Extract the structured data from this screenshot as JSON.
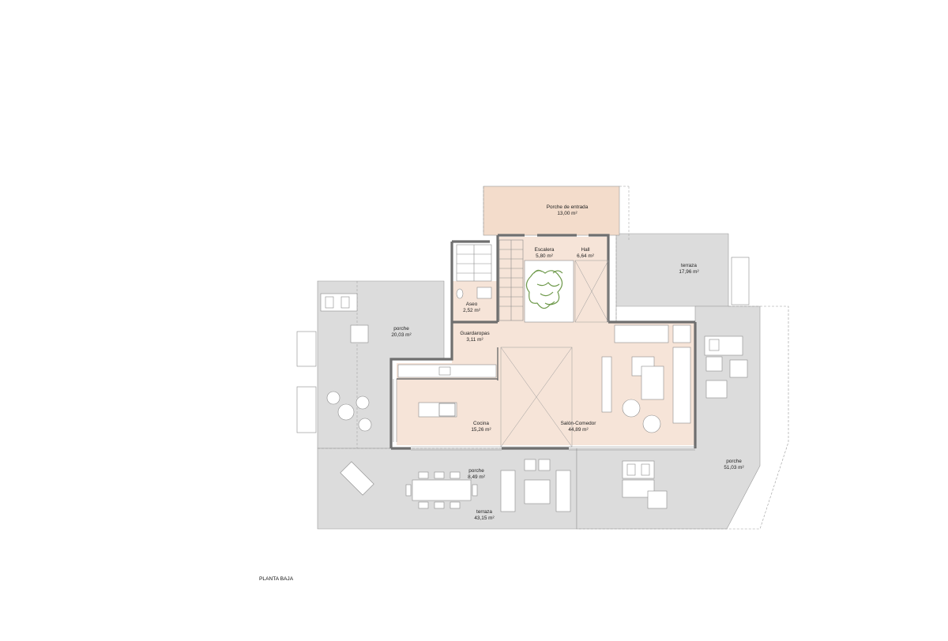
{
  "drawing_title": "PLANTA BAJA",
  "rooms": [
    {
      "id": "porche-entrada",
      "name": "Porche de entrada",
      "area": "13,00 m²"
    },
    {
      "id": "escalera",
      "name": "Escalera",
      "area": "5,80 m²"
    },
    {
      "id": "hall",
      "name": "Hall",
      "area": "6,64 m²"
    },
    {
      "id": "terraza-ne",
      "name": "terraza",
      "area": "17,96 m²"
    },
    {
      "id": "aseo",
      "name": "Aseo",
      "area": "2,52 m²"
    },
    {
      "id": "porche-w",
      "name": "porche",
      "area": "20,03 m²"
    },
    {
      "id": "guardaropas",
      "name": "Guardaropas",
      "area": "3,11 m²"
    },
    {
      "id": "cocina",
      "name": "Cocina",
      "area": "15,26 m²"
    },
    {
      "id": "salon-comedor",
      "name": "Salón-Comedor",
      "area": "44,89 m²"
    },
    {
      "id": "porche-s",
      "name": "porche",
      "area": "8,49 m²"
    },
    {
      "id": "terraza-s",
      "name": "terraza",
      "area": "43,15 m²"
    },
    {
      "id": "porche-e",
      "name": "porche",
      "area": "51,03 m²"
    }
  ],
  "colors": {
    "terrace": "#dcdcdc",
    "interior": "#f6e4d8",
    "entry_porch": "#f3dccb",
    "wall": "#6f6f6f",
    "furniture": "#ffffff",
    "garden": "#6f9a4c"
  }
}
